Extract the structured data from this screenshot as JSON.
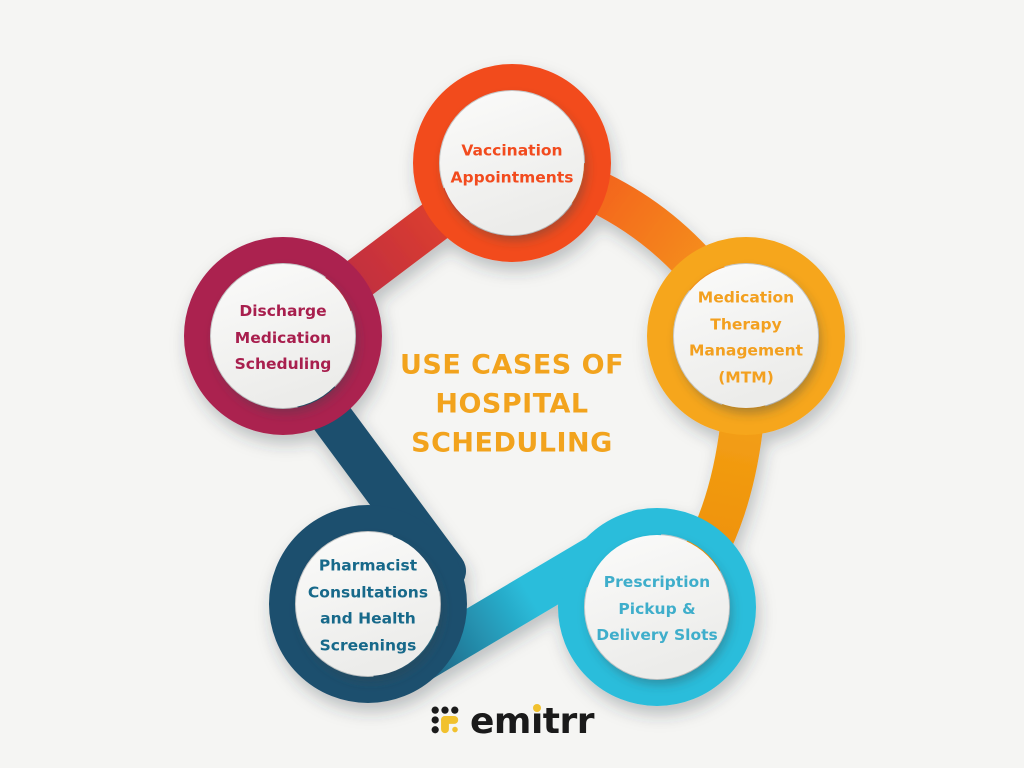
{
  "background_color": "#F5F5F3",
  "title": {
    "lines": [
      "USE CASES OF",
      "HOSPITAL",
      "SCHEDULING"
    ],
    "color": "#F2A31D"
  },
  "nodes": [
    {
      "id": "vaccination-appointments",
      "position": "top",
      "label_lines": [
        "Vaccination",
        "Appointments"
      ],
      "ring_color": "#F24B1E",
      "text_color": "#F24B1E"
    },
    {
      "id": "medication-therapy-management",
      "position": "right",
      "label_lines": [
        "Medication",
        "Therapy",
        "Management",
        "(MTM)"
      ],
      "ring_color": "#F6A61C",
      "text_color": "#F3A01F"
    },
    {
      "id": "prescription-pickup-delivery",
      "position": "bottom-right",
      "label_lines": [
        "Prescription",
        "Pickup &",
        "Delivery Slots"
      ],
      "ring_color": "#2ABDDB",
      "text_color": "#3FAECB"
    },
    {
      "id": "pharmacist-consultations",
      "position": "bottom-left",
      "label_lines": [
        "Pharmacist",
        "Consultations",
        "and Health",
        "Screenings"
      ],
      "ring_color": "#1D4F6E",
      "text_color": "#17698A"
    },
    {
      "id": "discharge-medication",
      "position": "left",
      "label_lines": [
        "Discharge",
        "Medication",
        "Scheduling"
      ],
      "ring_color": "#AB2150",
      "text_color": "#A81F4E"
    }
  ],
  "ribbon": {
    "deep_amber": "#EE9108"
  },
  "logo": {
    "text": "emitrr",
    "word_parts": [
      "em",
      "ı",
      "trr"
    ],
    "text_color": "#1A1A1A",
    "accent_color": "#F1C12E",
    "icon": "dot-grid-icon"
  }
}
